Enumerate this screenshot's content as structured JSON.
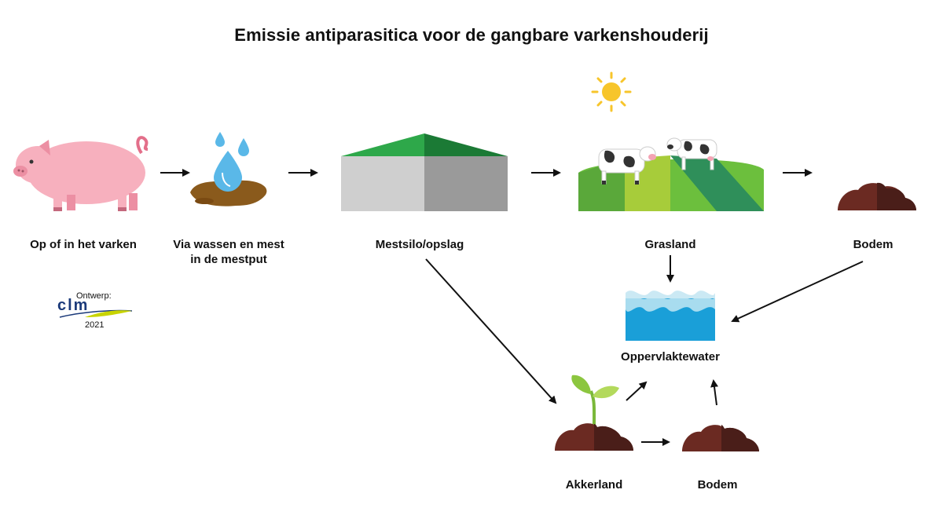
{
  "title": "Emissie antiparasitica voor de gangbare varkenshouderij",
  "nodes": {
    "pig": {
      "label": "Op of in het varken",
      "icon": "pig-icon"
    },
    "washing": {
      "label_line1": "Via wassen en mest",
      "label_line2": "in de mestput",
      "icon": "water-drop-manure-icon"
    },
    "silo": {
      "label": "Mestsilo/opslag",
      "icon": "manure-silo-icon"
    },
    "grassland": {
      "label": "Grasland",
      "icon": "grassland-cows-icon"
    },
    "soil_top": {
      "label": "Bodem",
      "icon": "soil-mound-icon"
    },
    "water": {
      "label": "Oppervlaktewater",
      "icon": "surface-water-icon"
    },
    "arable": {
      "label": "Akkerland",
      "icon": "sprout-soil-icon"
    },
    "soil_bottom": {
      "label": "Bodem",
      "icon": "soil-mound-icon"
    }
  },
  "credit": {
    "prefix": "Ontwerp:",
    "logo": "clm",
    "year": "2021"
  },
  "colors": {
    "pig": "#f4a3b4",
    "manure": "#7a4a12",
    "drop": "#5ab8e8",
    "silo_roof": "#1f8a3c",
    "silo_wall": "#c9c9c9",
    "grass_light": "#8cc63f",
    "grass_dark": "#3a9a4a",
    "soil": "#6b2a22",
    "water": "#1a9fd8",
    "sun": "#f7c52b"
  }
}
